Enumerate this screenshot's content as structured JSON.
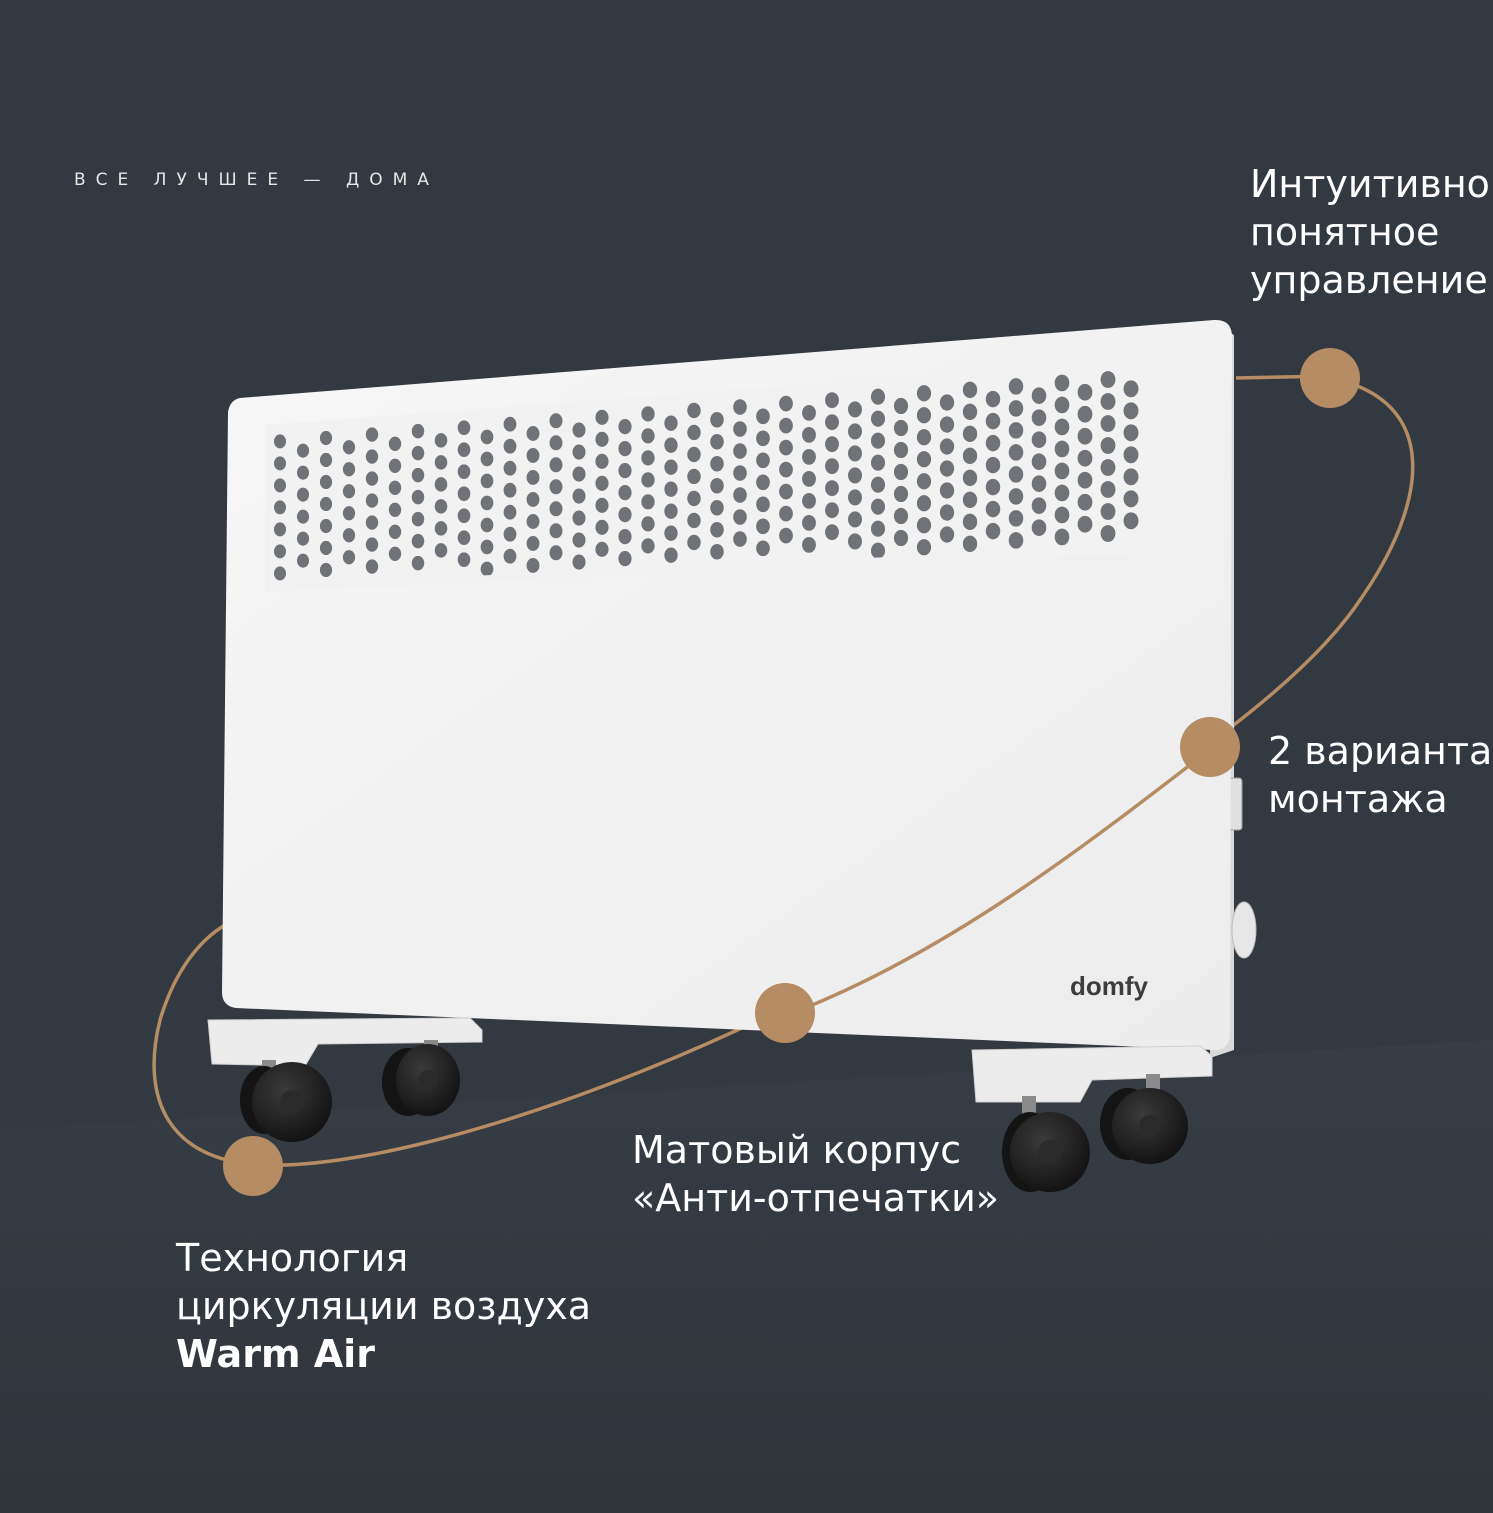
{
  "tagline": "ВСЕ ЛУЧШЕЕ — ДОМА",
  "brand": {
    "logo_text": "domfy"
  },
  "features": {
    "controls": {
      "lines": [
        "Интуитивно",
        "понятное",
        "управление"
      ]
    },
    "mounting": {
      "lines": [
        "2 варианта",
        "монтажа"
      ]
    },
    "matte_body": {
      "lines": [
        "Матовый корпус",
        "«Анти-отпечатки»"
      ]
    },
    "air_tech": {
      "lines": [
        "Технология",
        "циркуляции воздуха"
      ],
      "highlight": "Warm Air"
    }
  },
  "colors": {
    "background": "#333940",
    "accent": "#b58c63",
    "heater_body": "#f6f6f6",
    "grille_hole": "#6f7276",
    "wheel": "#1c1c1c"
  },
  "icons": [
    "orbit-path",
    "feature-dot"
  ]
}
